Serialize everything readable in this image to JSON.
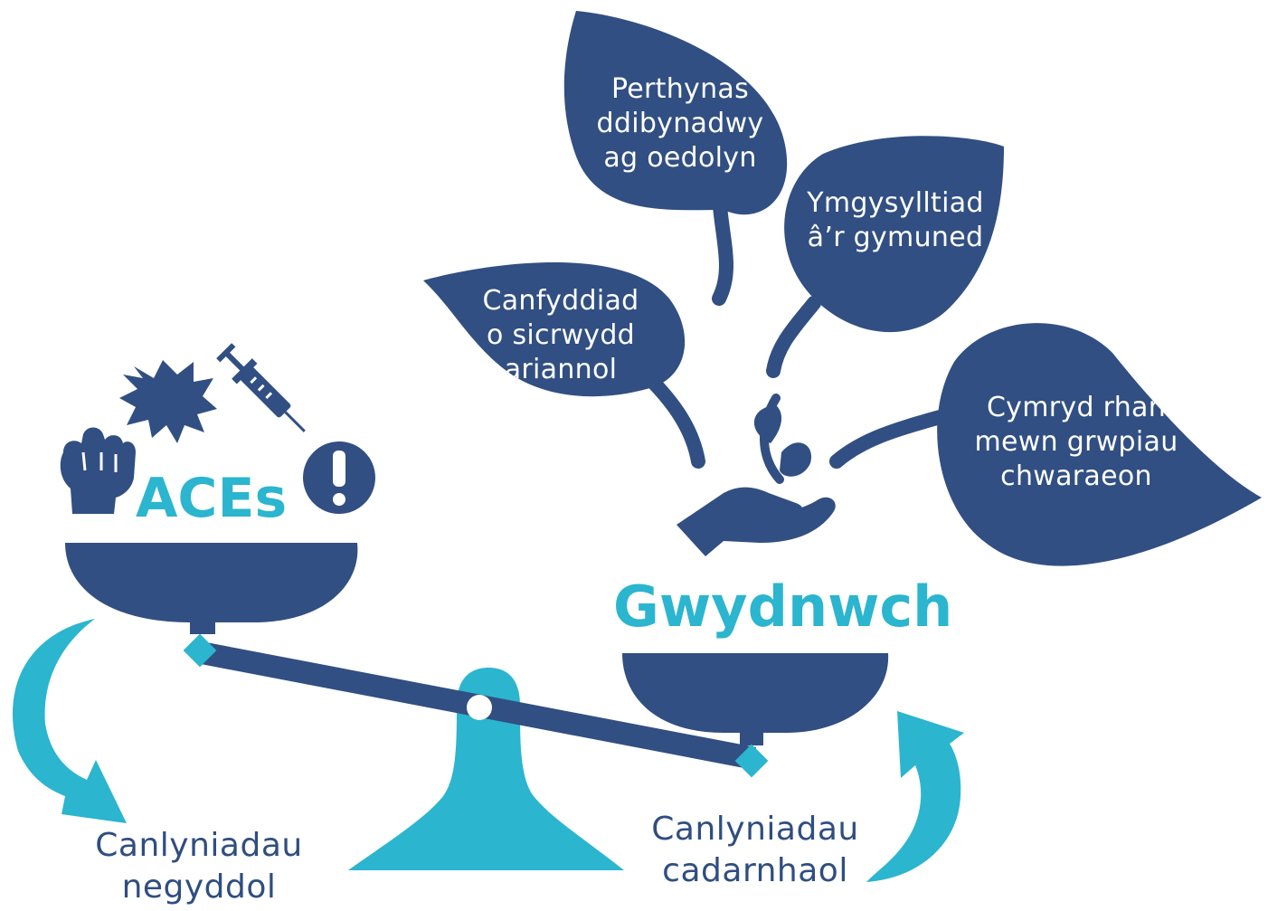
{
  "colors": {
    "navy": "#314f82",
    "teal": "#2bb5cf",
    "white": "#ffffff"
  },
  "labels": {
    "aces": "ACEs",
    "resilience": "Gwydnwch"
  },
  "leaves": {
    "trusted_adult": [
      "Perthynas",
      "ddibynadwy",
      "ag oedolyn"
    ],
    "community": [
      "Ymgysylltiad",
      "â’r gymuned"
    ],
    "financial": [
      "Canfyddiad",
      "o sicrwydd",
      "ariannol"
    ],
    "sports": [
      "Cymryd rhan",
      "mewn grwpiau",
      "chwaraeon"
    ]
  },
  "outcomes": {
    "negative": [
      "Canlyniadau",
      "negyddol"
    ],
    "positive": [
      "Canlyniadau",
      "cadarnhaol"
    ]
  },
  "icons": [
    "fist-icon",
    "explosion-icon",
    "syringe-icon",
    "exclamation-icon",
    "sprout-in-hand-icon"
  ]
}
